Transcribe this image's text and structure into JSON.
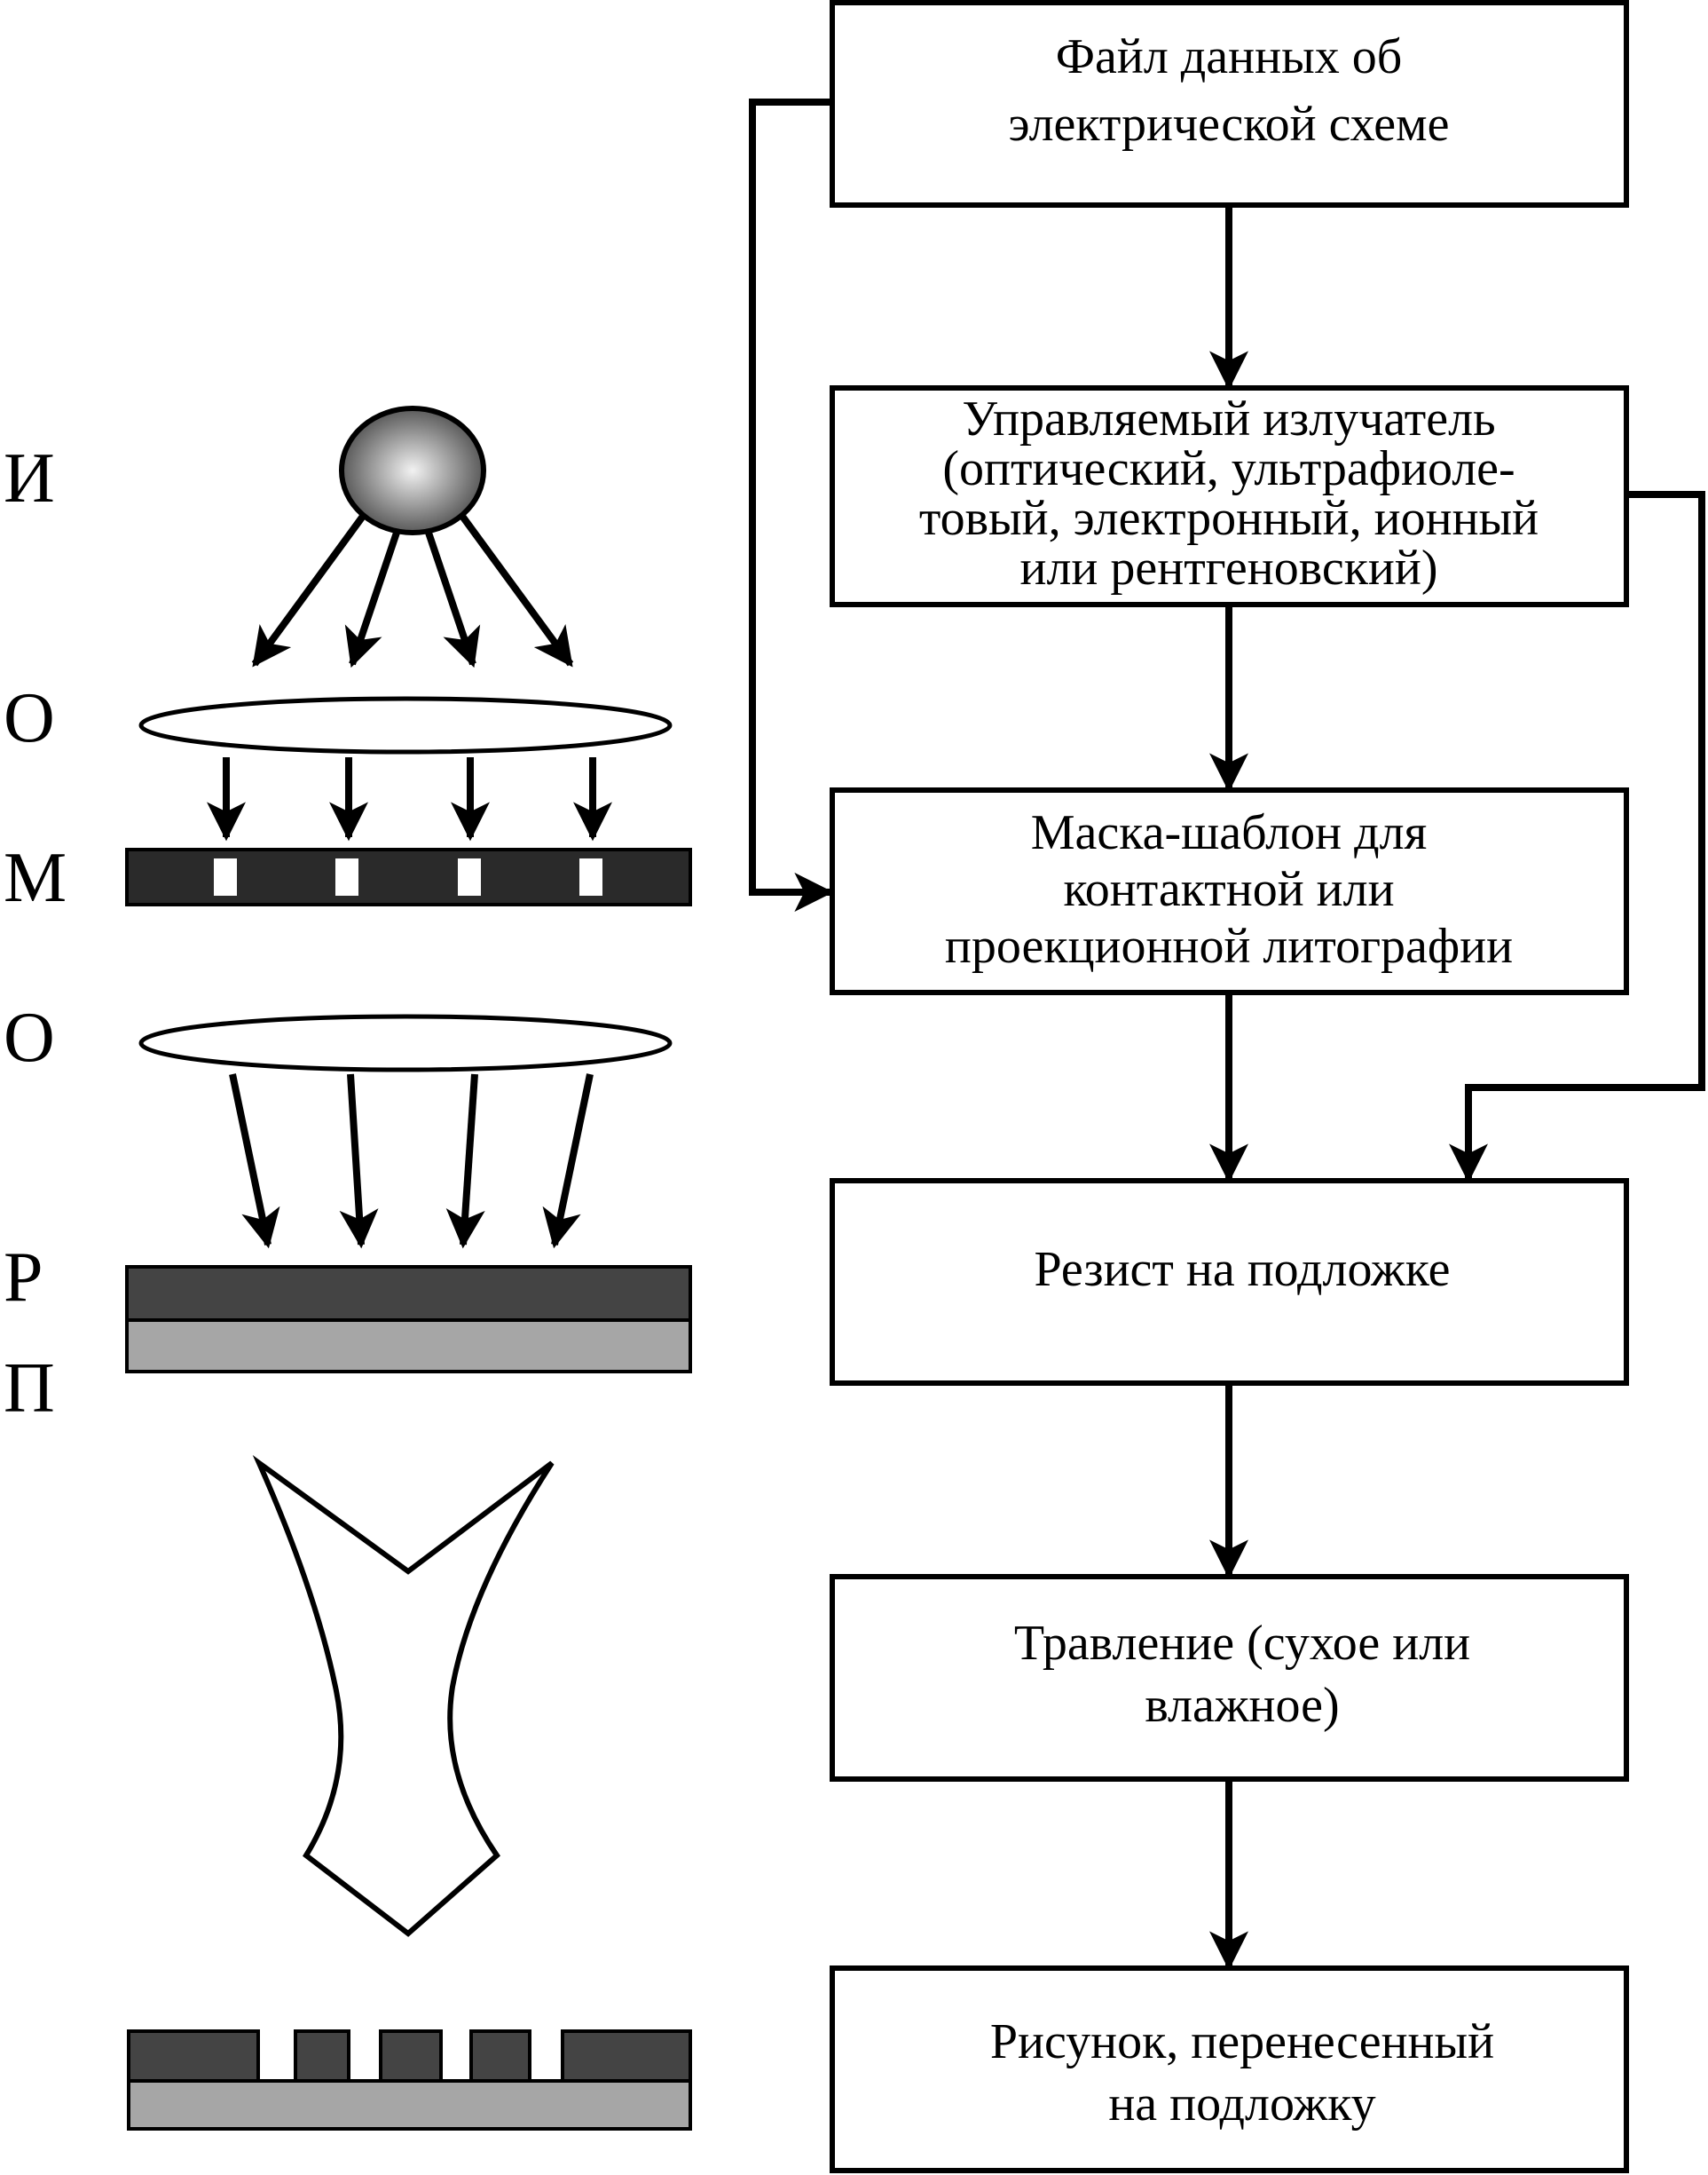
{
  "side_labels": {
    "source": "И",
    "optics_top": "О",
    "mask": "М",
    "optics_bottom": "О",
    "resist": "Р",
    "substrate": "П"
  },
  "boxes": {
    "data_file": [
      "Файл данных об",
      "электрической схеме"
    ],
    "emitter": [
      "Управляемый излучатель",
      "(оптический, ультрафиоле-",
      "товый, электронный, ионный",
      "или рентгеновский)"
    ],
    "mask_template": [
      "Маска-шаблон для",
      "контактной или",
      "проекционной литографии"
    ],
    "resist_on_substrate": [
      "Резист на подложке"
    ],
    "etching": [
      "Травление (сухое или",
      "влажное)"
    ],
    "pattern_transferred": [
      "Рисунок, перенесенный",
      "на подложку"
    ]
  },
  "colors": {
    "mask_dark": "#2a2a2a",
    "resist_dark": "#444444",
    "substrate_gray": "#a6a6a6",
    "source_light": "#f2f2f2",
    "source_dark": "#4a4a4a"
  }
}
